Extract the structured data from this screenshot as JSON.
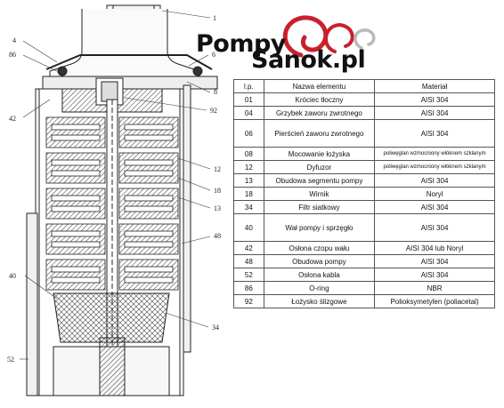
{
  "logo": {
    "line1": "Pompy",
    "line2": "Sanok.pl",
    "accent_red": "#c8202c",
    "swirl_gray": "#b9b9b9"
  },
  "callouts": [
    "1",
    "4",
    "86",
    "6",
    "8",
    "92",
    "42",
    "12",
    "18",
    "13",
    "48",
    "40",
    "34",
    "52"
  ],
  "table": {
    "headers": [
      "l.p.",
      "Nazwa elementu",
      "Materiał"
    ],
    "rows": [
      {
        "lp": "01",
        "name": "Króciec tłoczny",
        "material": "AISI 304"
      },
      {
        "lp": "04",
        "name": "Grzybek zaworu zwrotnego",
        "material": "AISI 304"
      },
      {
        "lp": "06",
        "name": "Pierścień zaworu zwrotnego",
        "material": "AISI 304"
      },
      {
        "lp": "08",
        "name": "Mocowanie łożyska",
        "material": "poliwęglan wzmocniony włóknem szklanym"
      },
      {
        "lp": "12",
        "name": "Dyfuzor",
        "material": "poliwęglan wzmocniony włóknem szklanym"
      },
      {
        "lp": "13",
        "name": "Obudowa segmentu pompy",
        "material": "AISI 304"
      },
      {
        "lp": "18",
        "name": "Wirnik",
        "material": "Noryl"
      },
      {
        "lp": "34",
        "name": "Filtr siatkowy",
        "material": "AISI 304"
      },
      {
        "lp": "40",
        "name": "Wał pompy i sprzęgło",
        "material": "AISI 304"
      },
      {
        "lp": "42",
        "name": "Osłona czopu wału",
        "material": "AISI 304 lub Noryl"
      },
      {
        "lp": "48",
        "name": "Obudowa pompy",
        "material": "AISI 304"
      },
      {
        "lp": "52",
        "name": "Osłona kabla",
        "material": "AISI 304"
      },
      {
        "lp": "86",
        "name": "O-ring",
        "material": "NBR"
      },
      {
        "lp": "92",
        "name": "Łożysko ślizgowe",
        "material": "Polioksymetylen (poliacetal)"
      }
    ]
  }
}
